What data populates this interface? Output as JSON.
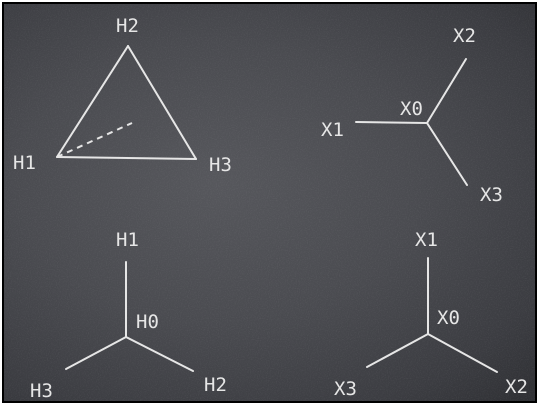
{
  "colors": {
    "background": "#4a4b50",
    "ink": "#e6e6e6",
    "border": "#000000"
  },
  "diagrams": {
    "triangle": {
      "top": "H2",
      "left": "H1",
      "right": "H3"
    },
    "x_tripod": {
      "center": "X0",
      "left": "X1",
      "top": "X2",
      "bottom": "X3"
    },
    "h_fork": {
      "top": "H1",
      "center": "H0",
      "left": "H3",
      "right": "H2"
    },
    "x_fork": {
      "top": "X1",
      "center": "X0",
      "left": "X3",
      "right": "X2"
    }
  }
}
